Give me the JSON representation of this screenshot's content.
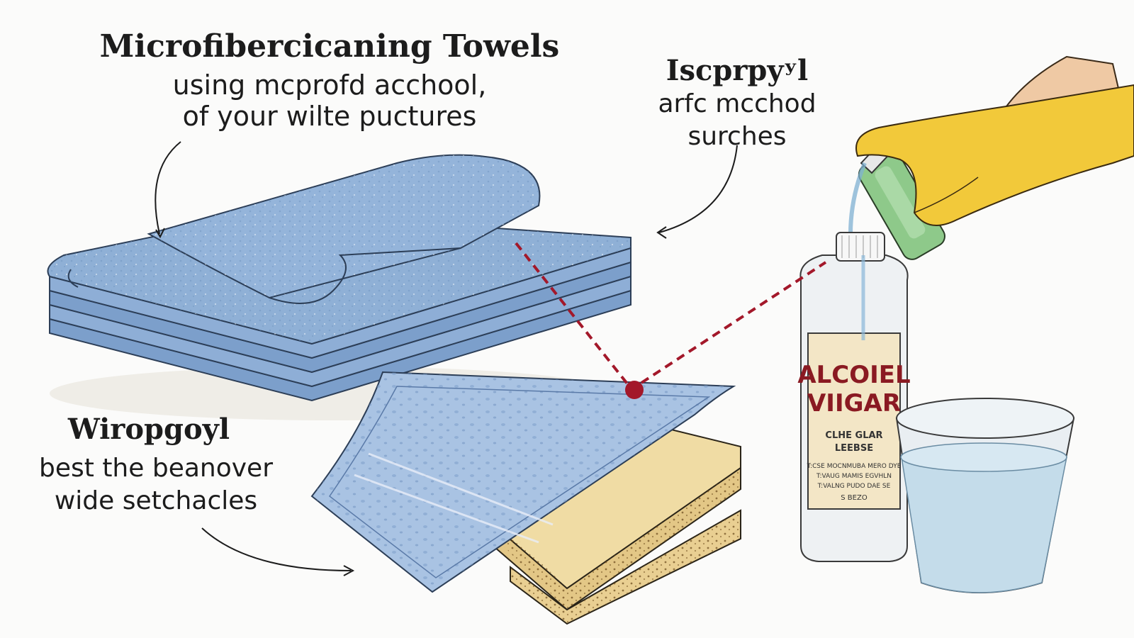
{
  "labels": {
    "towel_title": "Microfibercicaning Towels",
    "towel_line1": "using mcprofd acchool,",
    "towel_line2": "of your wilte puctures",
    "isopropyl_title": "Iscprpyʸl",
    "isopropyl_line1": "arfc mcchod",
    "isopropyl_line2": "surches",
    "wipes_title": "Wiropgoyl",
    "wipes_line1": "best the beanover",
    "wipes_line2": "wide setchacles"
  },
  "bottle_label": {
    "line1": "ALCOIEL",
    "line2": "VIIGAR",
    "sub1": "CLHE GLAR",
    "sub2": "LEEBSE",
    "fine1": "T:CSE MOCNMUBA MERO DYE",
    "fine2": "T:VAUG MAMIS EGVHLN",
    "fine3": "T:VALNG PUDO DAE SE",
    "fine4": "S BEZO"
  },
  "colors": {
    "towel_blue": "#8fb0d6",
    "sponge_yellow": "#f0dca4",
    "connector_red": "#a3182a",
    "glove_yellow": "#f2c93a",
    "water_blue": "#c4dcea"
  }
}
